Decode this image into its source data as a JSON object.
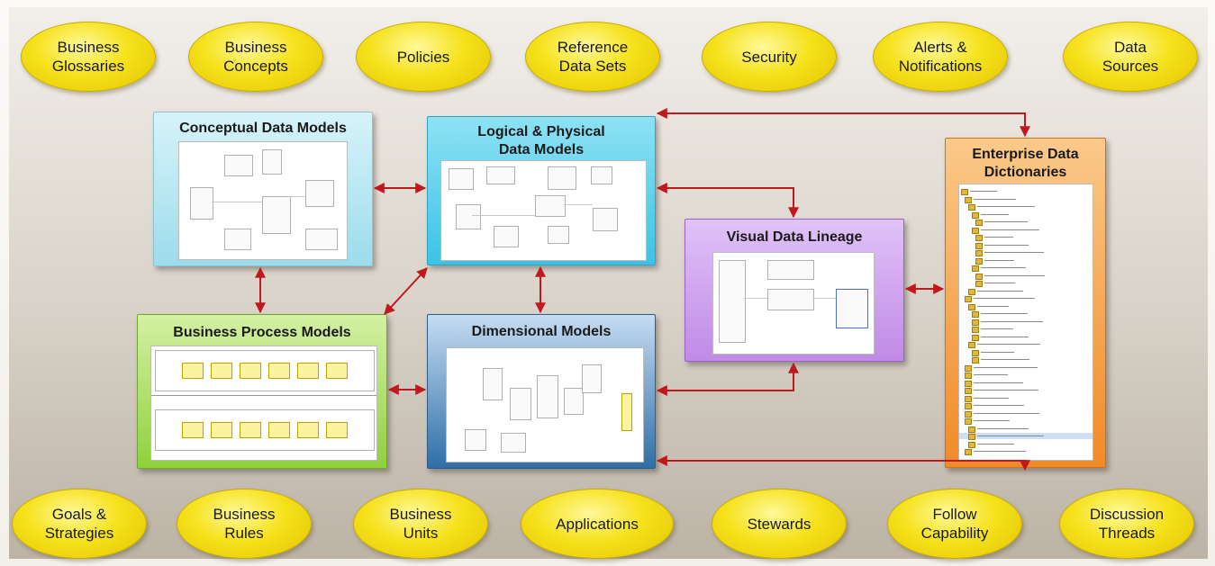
{
  "top_ovals": [
    "Business\nGlossaries",
    "Business\nConcepts",
    "Policies",
    "Reference\nData Sets",
    "Security",
    "Alerts &\nNotifications",
    "Data\nSources"
  ],
  "bottom_ovals": [
    "Goals &\nStrategies",
    "Business\nRules",
    "Business\nUnits",
    "Applications",
    "Stewards",
    "Follow\nCapability",
    "Discussion\nThreads"
  ],
  "boxes": {
    "conceptual": "Conceptual Data Models",
    "logical": "Logical & Physical\nData Models",
    "business_process": "Business Process Models",
    "dimensional": "Dimensional Models",
    "lineage": "Visual Data Lineage",
    "dictionaries": "Enterprise Data\nDictionaries"
  },
  "colors": {
    "oval_fill": "#f6e21c",
    "arrow": "#c0181d",
    "conceptual": "#aee3ef",
    "logical": "#6fd3ee",
    "business_process": "#b8e47a",
    "dimensional": "#8fb8e0",
    "lineage": "#cc99ee",
    "dictionaries": "#f5a24e"
  }
}
